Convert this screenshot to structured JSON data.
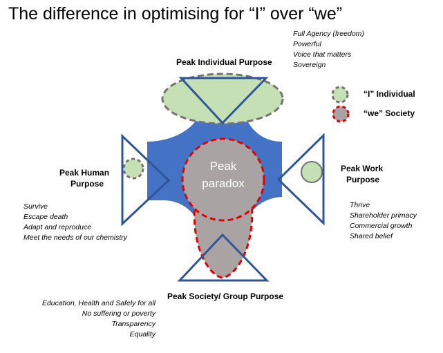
{
  "title": "The difference in optimising for “I” over “we”",
  "peaks": {
    "top": {
      "label": "Peak Individual Purpose",
      "notes": [
        "Full Agency (freedom)",
        "Powerful",
        "Voice that matters",
        "Sovereign"
      ]
    },
    "left": {
      "label_line1": "Peak Human",
      "label_line2": "Purpose",
      "notes": [
        "Survive",
        "Escape death",
        "Adapt and reproduce",
        "Meet the needs of our chemistry"
      ]
    },
    "right": {
      "label_line1": "Peak Work",
      "label_line2": "Purpose",
      "notes": [
        "Thrive",
        "Shareholder primacy",
        "Commercial growth",
        "Shared belief"
      ]
    },
    "bottom": {
      "label": "Peak Society/ Group Purpose",
      "notes": [
        "Education, Health and Safely for all",
        "No suffering or poverty",
        "Transparency",
        "Equality"
      ]
    }
  },
  "center": {
    "line1": "Peak",
    "line2": "paradox"
  },
  "legend": {
    "individual": "“I” Individual",
    "society": "“we” Society"
  },
  "colors": {
    "cross_fill": "#4472c4",
    "triangle_stroke": "#2f5597",
    "individual_fill": "#c5e0b4",
    "individual_stroke": "#767171",
    "society_fill": "#aaa3a3",
    "society_stroke": "#e00000"
  }
}
